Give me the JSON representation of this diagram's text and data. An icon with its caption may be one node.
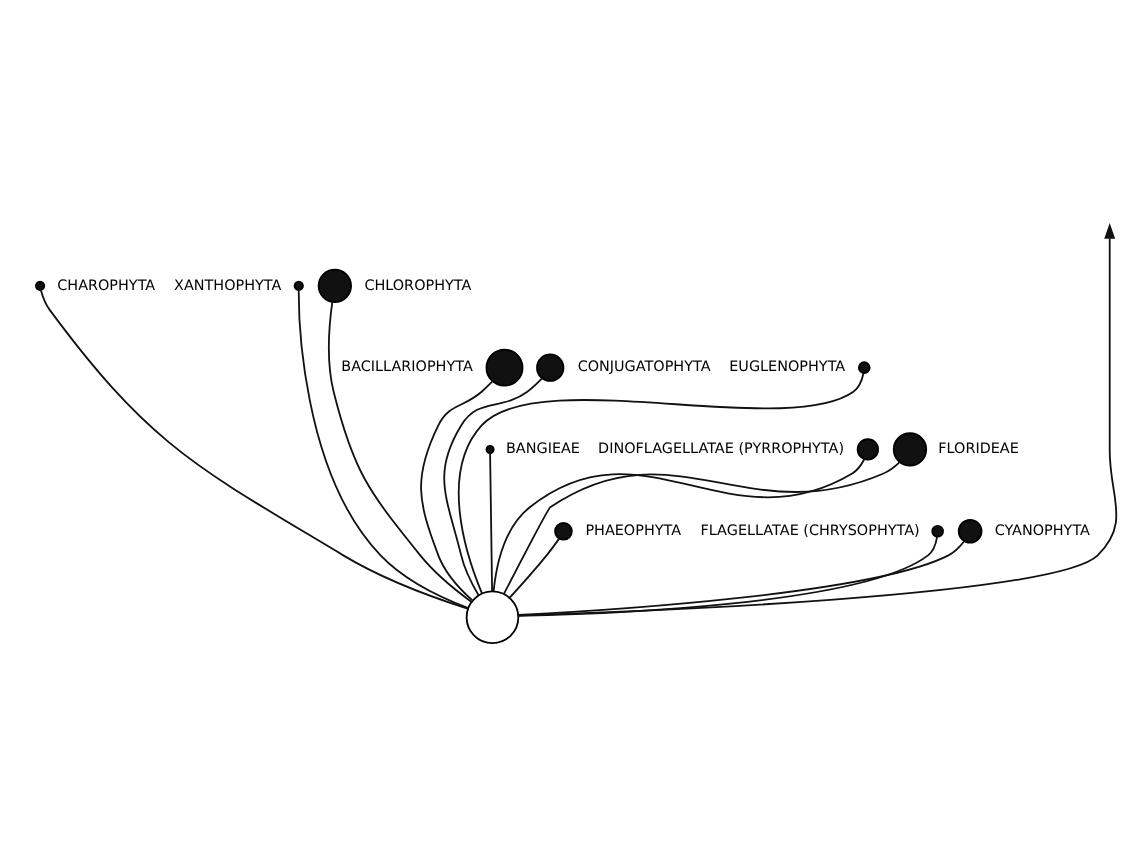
{
  "diagram": {
    "nodes": [
      {
        "text": [],
        "shape": "circle"
      },
      {
        "text": [],
        "shape": "circle",
        "beside": [
          "CHAROPHYTA"
        ]
      },
      {
        "text": [],
        "shape": "circle",
        "beside": [
          "XANTHOPHYTA"
        ]
      },
      {
        "text": [],
        "shape": "circle",
        "beside": [
          "CHLOROPHYTA"
        ]
      },
      {
        "text": [],
        "shape": "circle",
        "beside": [
          "BACILLARIOPHYTA"
        ]
      },
      {
        "text": [],
        "shape": "circle",
        "beside": [
          "CONJUGATOPHYTA"
        ]
      },
      {
        "text": [],
        "shape": "circle",
        "beside": [
          "EUGLENOPHYTA"
        ]
      },
      {
        "text": [],
        "shape": "circle",
        "beside": [
          "BANGIEAE"
        ]
      },
      {
        "text": [],
        "shape": "circle",
        "beside": [
          "DINOFLAGELLATAE (PYRROPHYTA)"
        ]
      },
      {
        "text": [],
        "shape": "circle",
        "beside": [
          "FLORIDEAE"
        ]
      },
      {
        "text": [],
        "shape": "circle",
        "beside": [
          "PHAEOPHYTA"
        ]
      },
      {
        "text": [],
        "shape": "circle",
        "beside": [
          "FLAGELLATAE (CHRYSOPHYTA)"
        ]
      },
      {
        "text": [],
        "shape": "circle",
        "beside": [
          "CYANOPHYTA"
        ]
      }
    ],
    "edges": [
      {
        "from": 0,
        "to": null,
        "arrow": "to"
      },
      {
        "from": 0,
        "to": 1,
        "arrow": "none"
      },
      {
        "from": 0,
        "to": 2,
        "arrow": "none"
      },
      {
        "from": 0,
        "to": 3,
        "arrow": "none"
      },
      {
        "from": 0,
        "to": 4,
        "arrow": "none"
      },
      {
        "from": 0,
        "to": 5,
        "arrow": "none"
      },
      {
        "from": 0,
        "to": 6,
        "arrow": "none"
      },
      {
        "from": 0,
        "to": 7,
        "arrow": "none"
      },
      {
        "from": 0,
        "to": 8,
        "arrow": "none"
      },
      {
        "from": 0,
        "to": 9,
        "arrow": "none"
      },
      {
        "from": 0,
        "to": 10,
        "arrow": "none"
      },
      {
        "from": 0,
        "to": 11,
        "arrow": "none"
      },
      {
        "from": 0,
        "to": 12,
        "arrow": "none"
      }
    ]
  }
}
